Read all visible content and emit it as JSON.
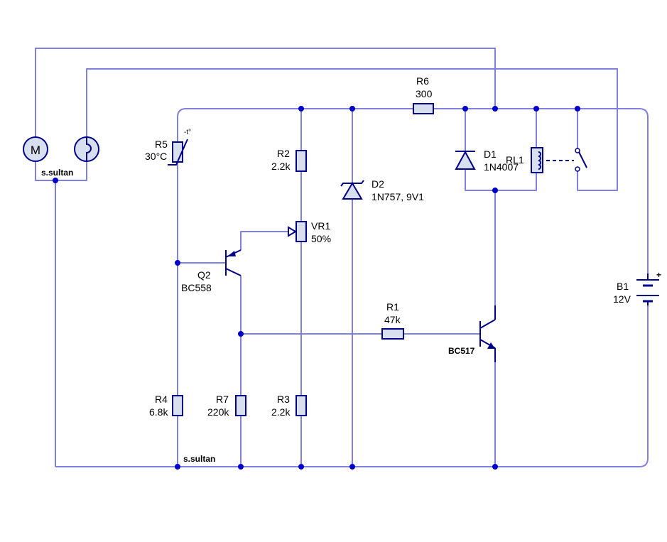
{
  "colors": {
    "wire": "#8080e0",
    "component": "#00008b",
    "body_fill": "#d8e0f0",
    "junction": "#0000cc"
  },
  "components": {
    "r6": {
      "ref": "R6",
      "value": "300"
    },
    "r5": {
      "ref": "R5",
      "value": "30°C",
      "mark": "-t°"
    },
    "r2": {
      "ref": "R2",
      "value": "2.2k"
    },
    "d2": {
      "ref": "D2",
      "value": "1N757, 9V1"
    },
    "d1": {
      "ref": "D1",
      "value": "1N4007"
    },
    "rl1": {
      "ref": "RL1"
    },
    "vr1": {
      "ref": "VR1",
      "value": "50%"
    },
    "q2": {
      "ref": "Q2",
      "value": "BC558"
    },
    "r1": {
      "ref": "R1",
      "value": "47k"
    },
    "q1": {
      "value": "BC517"
    },
    "b1": {
      "ref": "B1",
      "value": "12V",
      "polarity": "+"
    },
    "r4": {
      "ref": "R4",
      "value": "6.8k"
    },
    "r7": {
      "ref": "R7",
      "value": "220k"
    },
    "r3": {
      "ref": "R3",
      "value": "2.2k"
    },
    "motor": {
      "letter": "M"
    }
  },
  "credits": {
    "top": "s.sultan",
    "bottom": "s.sultan"
  }
}
